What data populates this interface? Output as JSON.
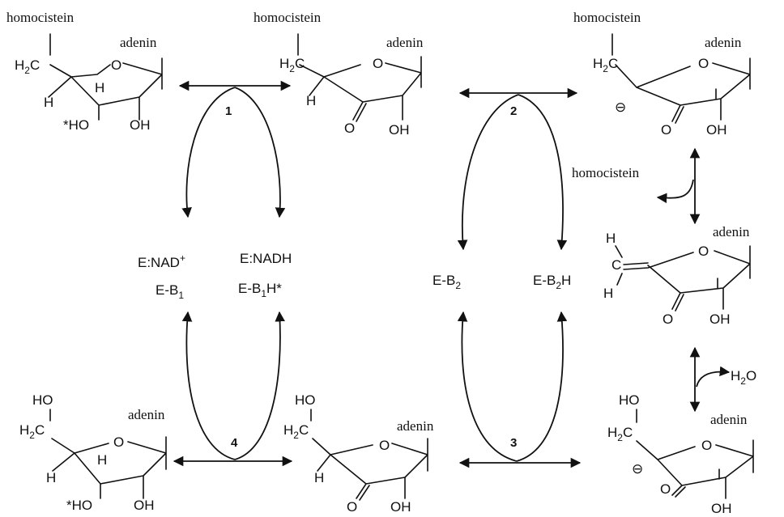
{
  "labels": {
    "homocysteine": "homocistein",
    "adenine": "adenin",
    "h2c": "H2C",
    "o": "O",
    "h": "H",
    "oh": "OH",
    "ho": "HO",
    "ho_star": "*HO",
    "h2o": "H2O",
    "minus": "⊖"
  },
  "cofactors": {
    "e_nad": "E:NAD+",
    "e_nadh": "E:NADH",
    "e_b1": "E-B1",
    "e_b1h": "E-B1H*",
    "e_b2": "E-B2",
    "e_b2h": "E-B2H"
  },
  "steps": [
    "1",
    "2",
    "3",
    "4"
  ],
  "colors": {
    "ink": "#111111",
    "background": "#ffffff"
  }
}
